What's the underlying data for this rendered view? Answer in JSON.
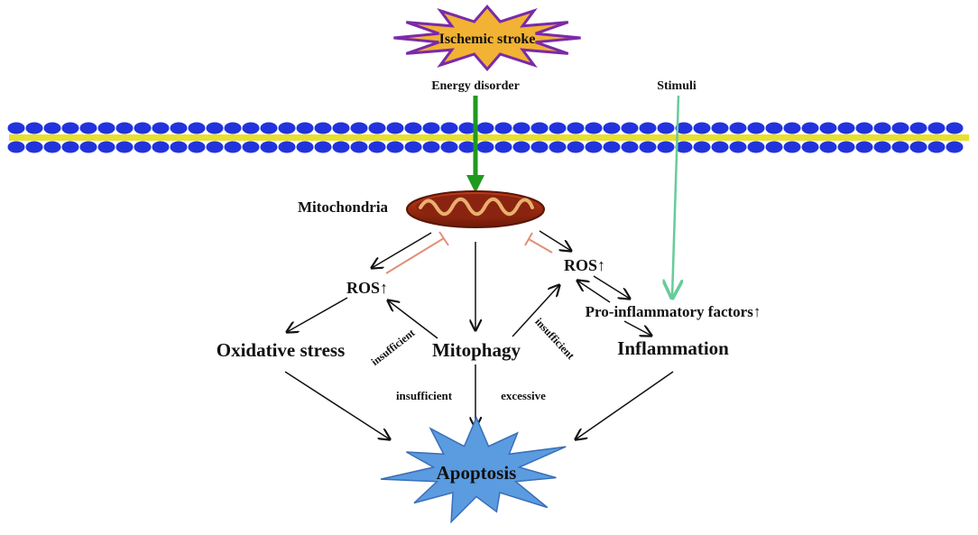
{
  "diagram": {
    "nodes": {
      "ischemic_stroke": "Ischemic stroke",
      "energy_disorder": "Energy disorder",
      "stimuli": "Stimuli",
      "mitochondria": "Mitochondria",
      "ros_left": "ROS↑",
      "ros_right": "ROS↑",
      "pro_inflammatory": "Pro-inflammatory factors↑",
      "oxidative_stress": "Oxidative stress",
      "mitophagy": "Mitophagy",
      "inflammation": "Inflammation",
      "apoptosis": "Apoptosis"
    },
    "edge_labels": {
      "insufficient_left_diag": "insufficient",
      "insufficient_right_diag": "insufficient",
      "insufficient_center": "insufficient",
      "excessive_center": "excessive"
    },
    "colors": {
      "membrane_head": "#2233dd",
      "membrane_tail": "#e8e030",
      "stroke_fill": "#f2b233",
      "stroke_border": "#7a2aa8",
      "apoptosis_fill": "#5b9be0",
      "apoptosis_border": "#3a6fb8",
      "energy_arrow": "#1f9a1f",
      "stimuli_arrow": "#66cc99",
      "inhibition": "#e0907a",
      "mito_outer": "#a02a10",
      "mito_inner": "#e8b070"
    }
  }
}
